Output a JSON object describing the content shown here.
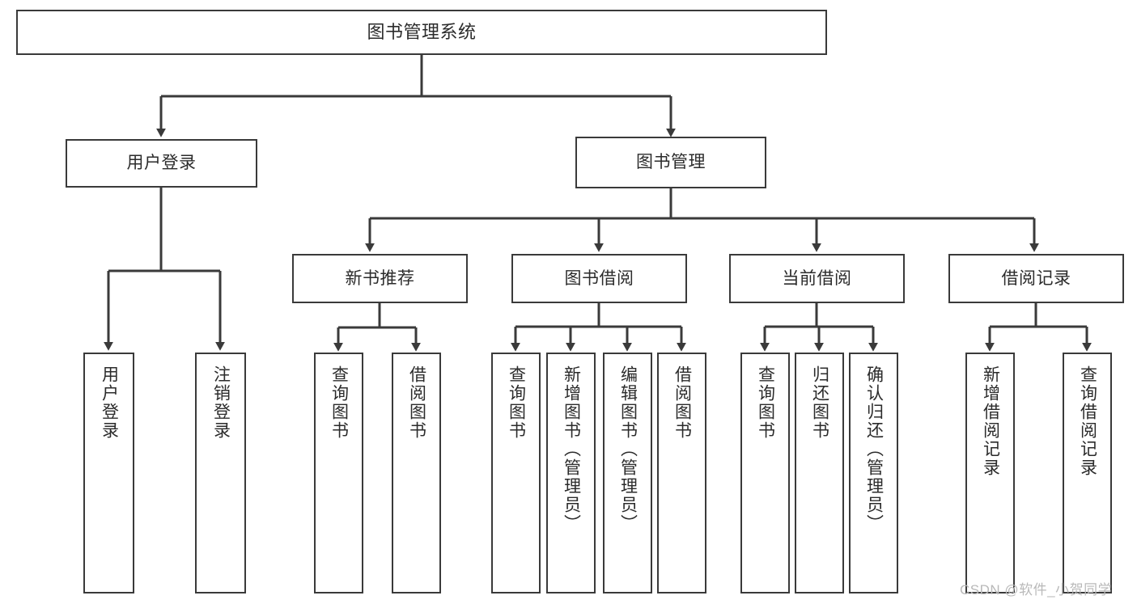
{
  "diagram": {
    "title": "图书管理系统",
    "root": {
      "id": "root",
      "label": "图书管理系统"
    },
    "level1": [
      {
        "id": "user-login",
        "label": "用户登录"
      },
      {
        "id": "book-manage",
        "label": "图书管理"
      }
    ],
    "level2": [
      {
        "id": "new-book-recommend",
        "label": "新书推荐"
      },
      {
        "id": "book-borrow",
        "label": "图书借阅"
      },
      {
        "id": "current-borrow",
        "label": "当前借阅"
      },
      {
        "id": "borrow-record",
        "label": "借阅记录"
      }
    ],
    "leaves": [
      {
        "id": "leaf-user-login",
        "label": "用户登录",
        "parent": "user-login"
      },
      {
        "id": "leaf-logout-login",
        "label": "注销登录",
        "parent": "user-login"
      },
      {
        "id": "leaf-query-book-1",
        "label": "查询图书",
        "parent": "new-book-recommend"
      },
      {
        "id": "leaf-borrow-book-1",
        "label": "借阅图书",
        "parent": "new-book-recommend"
      },
      {
        "id": "leaf-query-book-2",
        "label": "查询图书",
        "parent": "book-borrow"
      },
      {
        "id": "leaf-add-book",
        "label": "新增图书（管理员）",
        "parent": "book-borrow"
      },
      {
        "id": "leaf-edit-book",
        "label": "编辑图书（管理员）",
        "parent": "book-borrow"
      },
      {
        "id": "leaf-borrow-book-2",
        "label": "借阅图书",
        "parent": "book-borrow"
      },
      {
        "id": "leaf-query-book-3",
        "label": "查询图书",
        "parent": "current-borrow"
      },
      {
        "id": "leaf-return-book",
        "label": "归还图书",
        "parent": "current-borrow"
      },
      {
        "id": "leaf-confirm-return",
        "label": "确认归还（管理员）",
        "parent": "current-borrow"
      },
      {
        "id": "leaf-add-record",
        "label": "新增借阅记录",
        "parent": "borrow-record"
      },
      {
        "id": "leaf-query-record",
        "label": "查询借阅记录",
        "parent": "borrow-record"
      }
    ],
    "colors": {
      "border": "#3a3a3a",
      "text": "#2b2b2b",
      "background": "#ffffff",
      "wire": "#3a3a3a",
      "watermark": "#b9b9b9"
    }
  },
  "watermark": {
    "text": "CSDN @软件_小贺同学"
  }
}
